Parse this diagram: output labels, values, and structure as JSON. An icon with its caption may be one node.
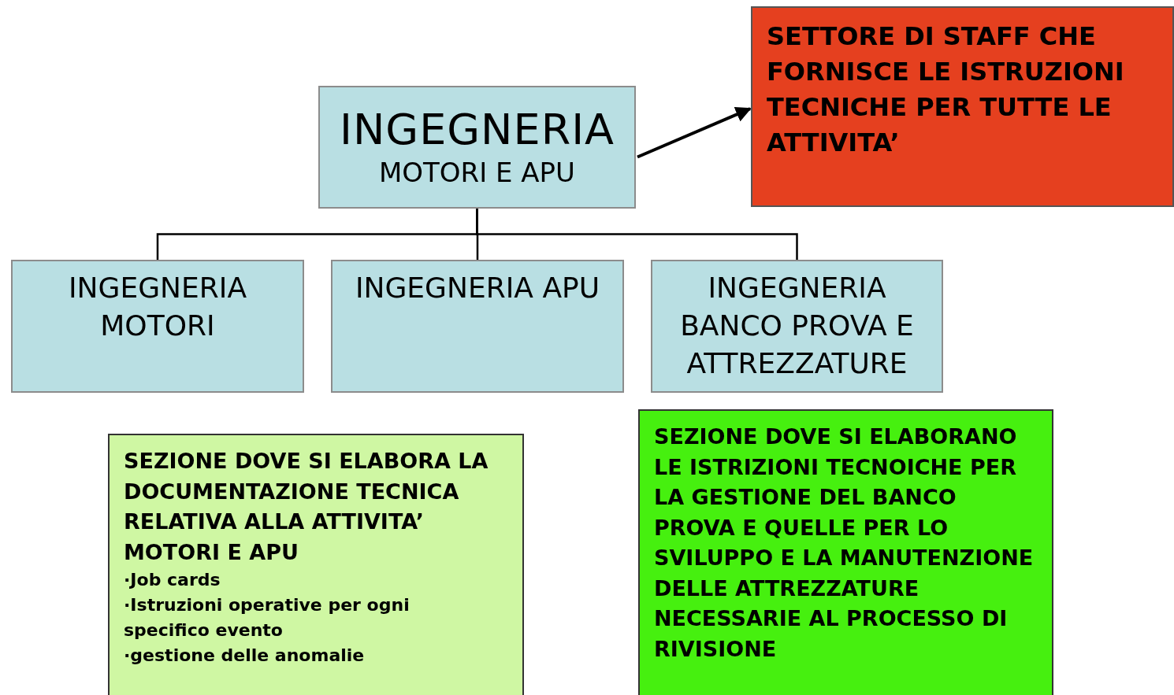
{
  "diagram": {
    "nodes": [
      {
        "text": [
          "INGEGNERIA",
          "MOTORI E APU"
        ]
      },
      {
        "text": [
          "SETTORE DI STAFF CHE FORNISCE LE ISTRUZIONI TECNICHE PER TUTTE LE ATTIVITA’"
        ]
      },
      {
        "text": [
          "INGEGNERIA MOTORI"
        ]
      },
      {
        "text": [
          "INGEGNERIA APU"
        ]
      },
      {
        "text": [
          "INGEGNERIA BANCO PROVA E ATTREZZATURE"
        ]
      },
      {
        "text": [
          "SEZIONE DOVE SI ELABORA LA DOCUMENTAZIONE TECNICA RELATIVA ALLA ATTIVITA’ MOTORI E APU",
          "·Job cards",
          "·Istruzioni operative per ogni specifico evento",
          "·gestione delle anomalie"
        ]
      },
      {
        "text": [
          "SEZIONE DOVE SI ELABORANO LE ISTRIZIONI TECNOICHE PER LA GESTIONE DEL BANCO PROVA E QUELLE PER LO SVILUPPO E LA MANUTENZIONE DELLE ATTREZZATURE NECESSARIE AL PROCESSO DI RIVISIONE"
        ]
      }
    ],
    "edges": [
      {
        "from": 0,
        "to": 1,
        "arrow": "to"
      },
      {
        "from": 0,
        "to": 2,
        "arrow": "none"
      },
      {
        "from": 0,
        "to": 3,
        "arrow": "none"
      },
      {
        "from": 0,
        "to": 4,
        "arrow": "none"
      }
    ]
  }
}
